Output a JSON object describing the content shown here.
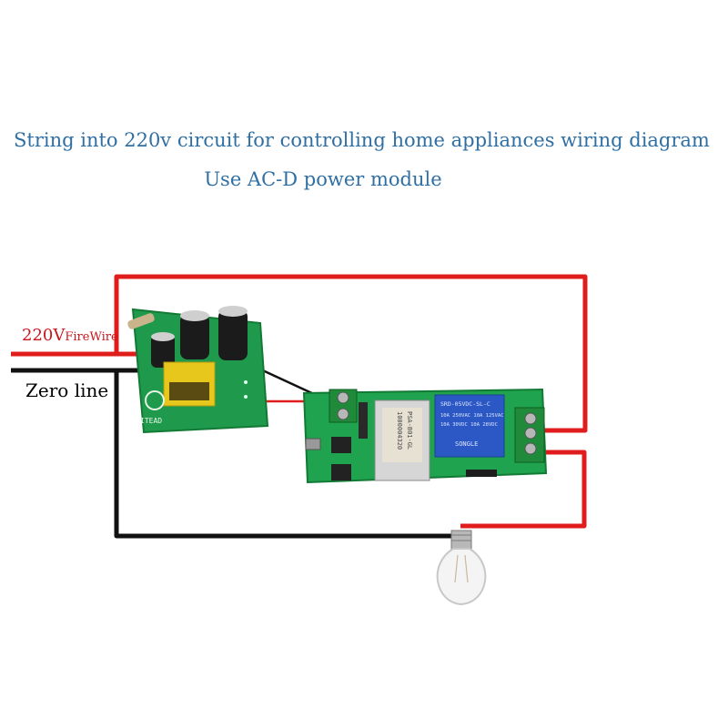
{
  "title": "String into 220v circuit for controlling home appliances wiring diagram",
  "subtitle": "Use AC-D power module",
  "labels": {
    "live_voltage": "220V",
    "live_name": "FireWire",
    "neutral": "Zero line"
  },
  "colors": {
    "title": "#2f6fa3",
    "live_wire": "#e01c1c",
    "neutral_wire": "#111111",
    "pcb": "#1f9a4c"
  }
}
